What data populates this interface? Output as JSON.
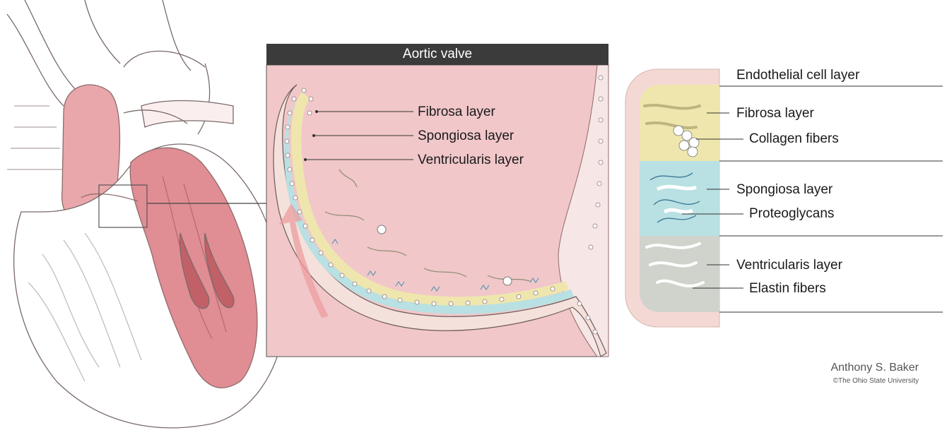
{
  "panel_title": "Aortic valve",
  "valve_labels": {
    "fibrosa": "Fibrosa layer",
    "spongiosa": "Spongiosa layer",
    "ventricularis": "Ventricularis layer"
  },
  "layer_labels": {
    "endothelial": "Endothelial cell layer",
    "fibrosa": "Fibrosa layer",
    "collagen": "Collagen fibers",
    "spongiosa": "Spongiosa layer",
    "proteoglycans": "Proteoglycans",
    "ventricularis": "Ventricularis layer",
    "elastin": "Elastin fibers"
  },
  "credit": {
    "author": "Anthony S. Baker",
    "institution": "©The Ohio State University"
  },
  "colors": {
    "blood_pink": "#f1c7c9",
    "fibrosa": "#efe6ad",
    "spongiosa": "#b9e0e2",
    "ventricularis": "#cfd3cc",
    "endothelium": "#f4d8d4",
    "title_bar": "#3b3b3b"
  }
}
